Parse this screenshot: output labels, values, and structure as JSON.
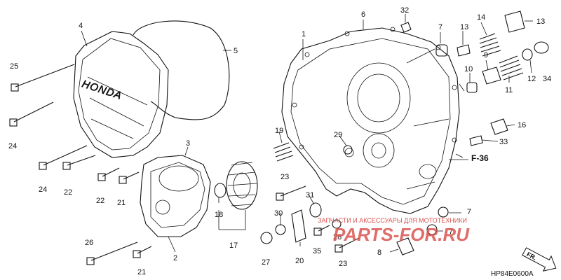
{
  "diagram": {
    "callouts": [
      {
        "id": "c1",
        "text": "1"
      },
      {
        "id": "c2",
        "text": "2"
      },
      {
        "id": "c3",
        "text": "3"
      },
      {
        "id": "c4",
        "text": "4"
      },
      {
        "id": "c5",
        "text": "5"
      },
      {
        "id": "c6",
        "text": "6"
      },
      {
        "id": "c7a",
        "text": "7"
      },
      {
        "id": "c7b",
        "text": "7"
      },
      {
        "id": "c7c",
        "text": "7"
      },
      {
        "id": "c8",
        "text": "8"
      },
      {
        "id": "c9",
        "text": "9"
      },
      {
        "id": "c10",
        "text": "10"
      },
      {
        "id": "c11",
        "text": "11"
      },
      {
        "id": "c12",
        "text": "12"
      },
      {
        "id": "c13a",
        "text": "13"
      },
      {
        "id": "c13b",
        "text": "13"
      },
      {
        "id": "c14",
        "text": "14"
      },
      {
        "id": "c16",
        "text": "16"
      },
      {
        "id": "c17",
        "text": "17"
      },
      {
        "id": "c18",
        "text": "18"
      },
      {
        "id": "c19",
        "text": "19"
      },
      {
        "id": "c20",
        "text": "20"
      },
      {
        "id": "c21a",
        "text": "21"
      },
      {
        "id": "c21b",
        "text": "21"
      },
      {
        "id": "c22a",
        "text": "22"
      },
      {
        "id": "c22b",
        "text": "22"
      },
      {
        "id": "c23a",
        "text": "23"
      },
      {
        "id": "c23b",
        "text": "23"
      },
      {
        "id": "c24a",
        "text": "24"
      },
      {
        "id": "c24b",
        "text": "24"
      },
      {
        "id": "c25",
        "text": "25"
      },
      {
        "id": "c26",
        "text": "26"
      },
      {
        "id": "c27",
        "text": "27"
      },
      {
        "id": "c28",
        "text": "28"
      },
      {
        "id": "c29",
        "text": "29"
      },
      {
        "id": "c30",
        "text": "30"
      },
      {
        "id": "c31",
        "text": "31"
      },
      {
        "id": "c32",
        "text": "32"
      },
      {
        "id": "c33",
        "text": "33"
      },
      {
        "id": "c34",
        "text": "34"
      },
      {
        "id": "c35",
        "text": "35"
      }
    ],
    "ref_label": "F-36",
    "cover_brand": "HONDA",
    "front_mark": "FR.",
    "drawing_code": "HP84E0600A",
    "watermark_small": "ЗАПЧАСТИ И АКСЕССУАРЫ ДЛЯ МОТОТЕХНИКИ",
    "watermark_big": "PARTS-FOR.RU",
    "colors": {
      "line": "#111111",
      "watermark": "#d9534f",
      "background": "#ffffff"
    }
  }
}
